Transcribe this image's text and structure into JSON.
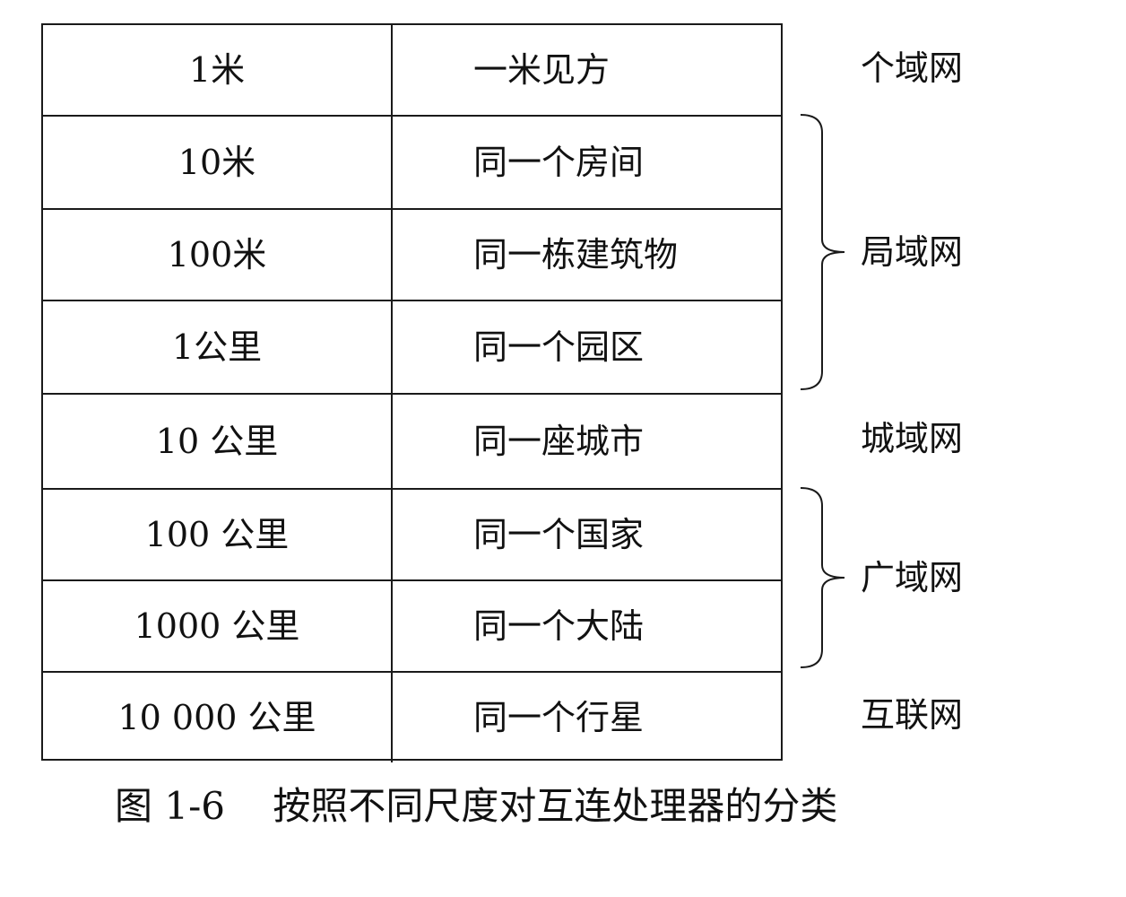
{
  "rows": [
    {
      "distance": "1米",
      "scope": "一米见方"
    },
    {
      "distance": "10米",
      "scope": "同一个房间"
    },
    {
      "distance": "100米",
      "scope": "同一栋建筑物"
    },
    {
      "distance": "1公里",
      "scope": "同一个园区"
    },
    {
      "distance": "10 公里",
      "scope": "同一座城市"
    },
    {
      "distance": "100 公里",
      "scope": "同一个国家"
    },
    {
      "distance": "1000 公里",
      "scope": "同一个大陆"
    },
    {
      "distance": "10 000 公里",
      "scope": "同一个行星"
    }
  ],
  "networks": [
    {
      "label": "个域网",
      "from": 0,
      "to": 0
    },
    {
      "label": "局域网",
      "from": 1,
      "to": 3
    },
    {
      "label": "城域网",
      "from": 4,
      "to": 4
    },
    {
      "label": "广域网",
      "from": 5,
      "to": 6
    },
    {
      "label": "互联网",
      "from": 7,
      "to": 7
    }
  ],
  "caption": "图 1-6    按照不同尺度对互连处理器的分类"
}
